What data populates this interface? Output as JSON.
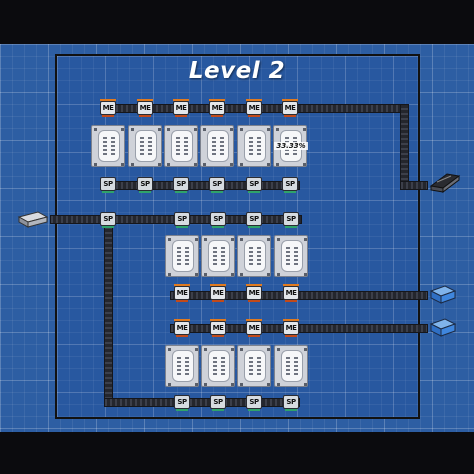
{
  "level": {
    "title": "Level 2"
  },
  "labels": {
    "merger": "ME",
    "splitter": "SP",
    "progress": "33.33%"
  },
  "icons": {
    "source": "metal-ingot-source-icon",
    "sink_top": "ingot-delivery-icon",
    "sink_mid": "blue-crate-delivery-icon",
    "sink_low": "blue-crate-delivery-icon"
  },
  "colors": {
    "background": "#2d5ea3",
    "belt": "#2d2f38",
    "merger_accent": "#e07a1f",
    "splitter_accent": "#2fa36b"
  }
}
